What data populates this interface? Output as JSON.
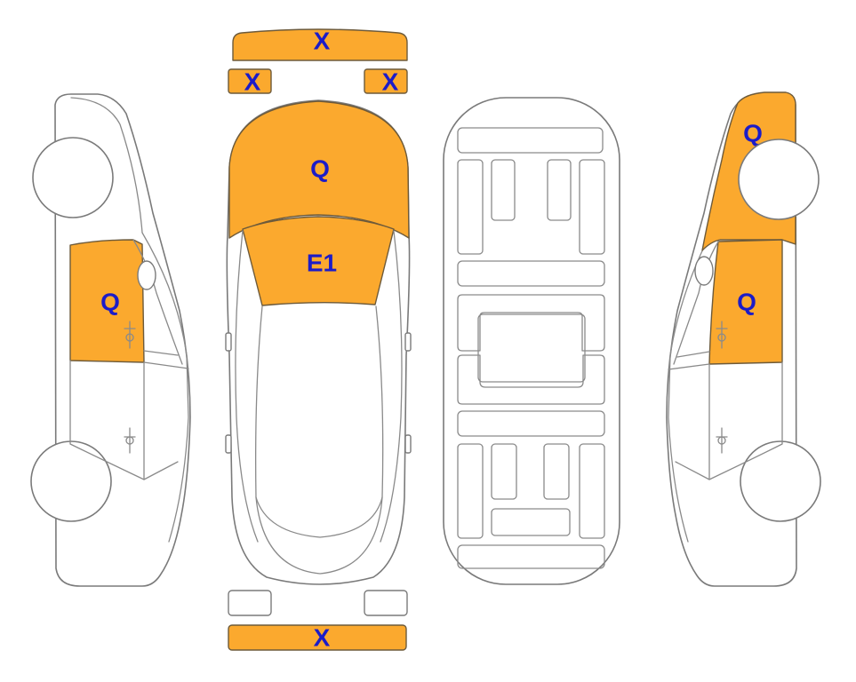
{
  "colors": {
    "damage_fill": "#FBA92E",
    "label_text": "#1C1CC8",
    "outline": "#7a7a7a"
  },
  "labels": {
    "front_bumper": "X",
    "headlight_left": "X",
    "headlight_right": "X",
    "hood": "Q",
    "windshield": "E1",
    "rear_bumper": "X",
    "left_front_door": "Q",
    "right_front_fender": "Q",
    "right_front_door": "Q"
  }
}
